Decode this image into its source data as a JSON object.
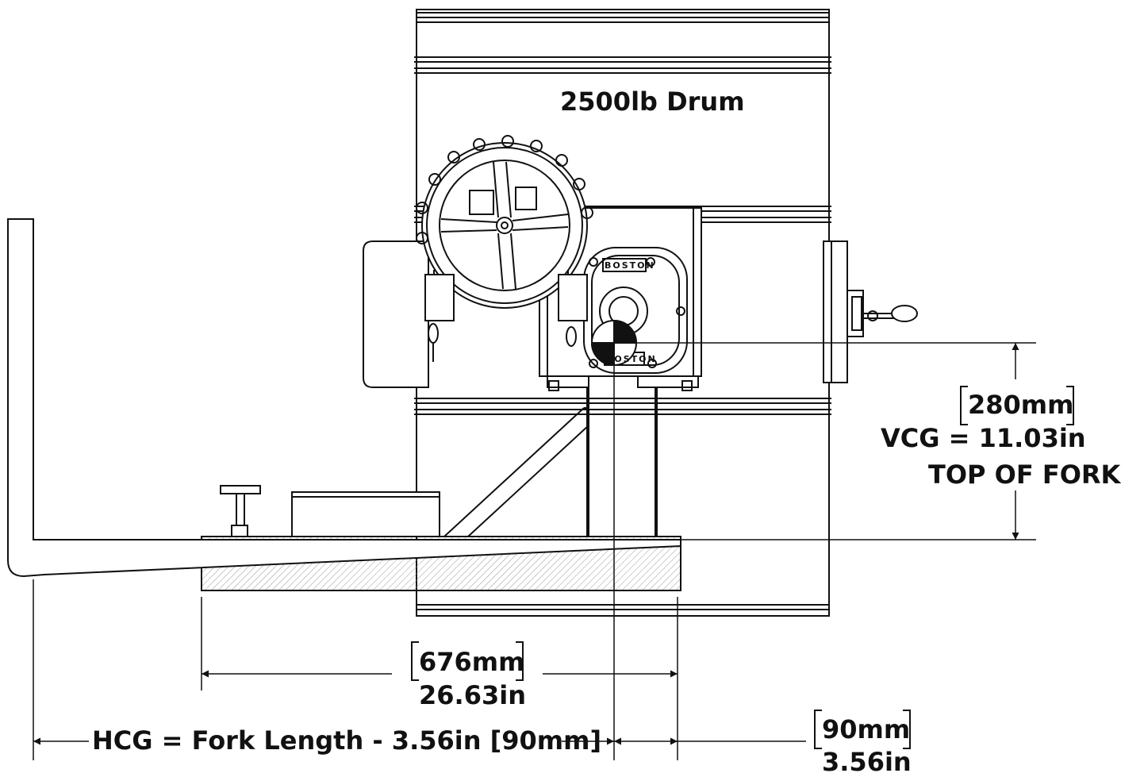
{
  "labels": {
    "drum": "2500lb Drum",
    "brand_top": "BOSTON",
    "brand_bottom": "BOSTON",
    "vcg_metric": "280mm",
    "vcg_imperial": "VCG = 11.03in",
    "top_of_fork": "TOP OF FORK",
    "fork_metric": "676mm",
    "fork_imperial": "26.63in",
    "hcg_formula": "HCG = Fork Length - 3.56in [90mm]",
    "offset_metric": "90mm",
    "offset_imperial": "3.56in"
  }
}
